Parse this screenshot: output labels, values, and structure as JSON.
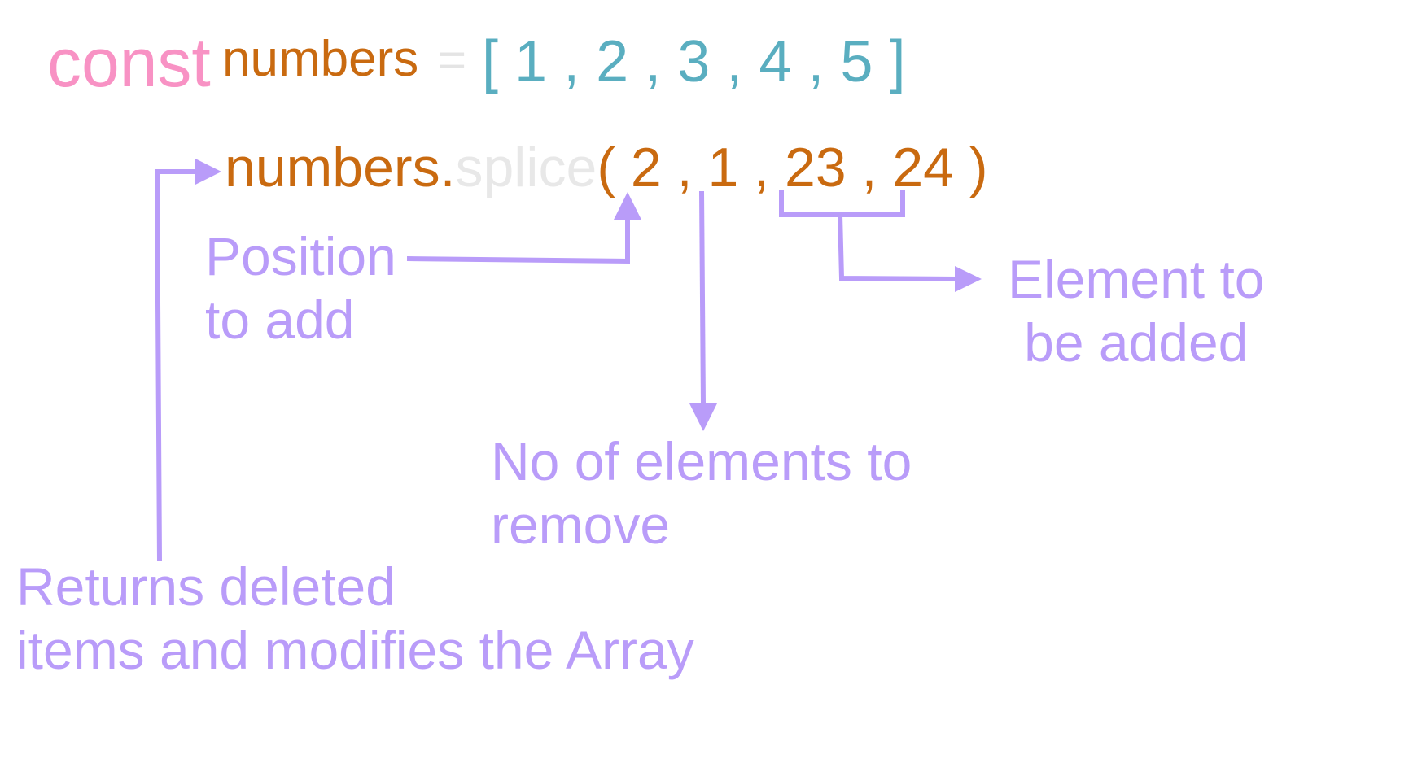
{
  "declaration": {
    "keyword": "const",
    "name": "numbers",
    "equals": "=",
    "open_bracket": "[",
    "items": [
      "1",
      "2",
      "3",
      "4",
      "5"
    ],
    "separator": ",",
    "close_bracket": "]"
  },
  "call": {
    "object": "numbers.",
    "method": "splice",
    "open_paren": "(",
    "args": [
      "2",
      "1",
      "23",
      "24"
    ],
    "separator": ",",
    "close_paren": ")"
  },
  "annotations": {
    "position": [
      "Position",
      "to add"
    ],
    "remove_count": [
      "No of elements to",
      "remove"
    ],
    "elements_added": [
      "Element to",
      "be added"
    ],
    "returns": [
      "Returns deleted",
      "items and modifies the Array"
    ]
  },
  "colors": {
    "keyword": "#f892c4",
    "identifier": "#c96a10",
    "array_values": "#5aaec0",
    "equals": "#e4e4e4",
    "method": "#e8e8e8",
    "annotation": "#b99cf9"
  }
}
